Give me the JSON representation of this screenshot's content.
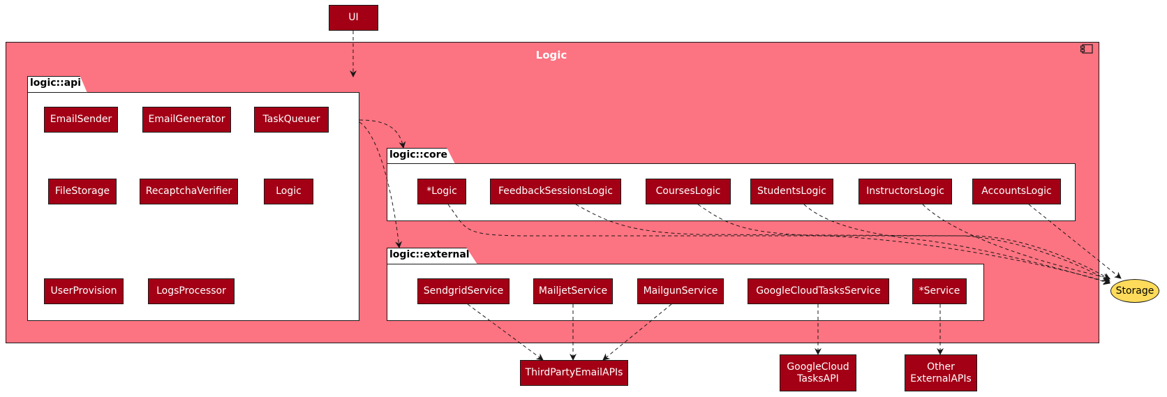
{
  "logic": {
    "title": "Logic"
  },
  "ui": {
    "label": "UI"
  },
  "packages": {
    "api": {
      "title": "logic::api",
      "components": [
        "EmailSender",
        "EmailGenerator",
        "TaskQueuer",
        "FileStorage",
        "RecaptchaVerifier",
        "Logic",
        "UserProvision",
        "LogsProcessor"
      ]
    },
    "core": {
      "title": "logic::core",
      "components": [
        "*Logic",
        "FeedbackSessionsLogic",
        "CoursesLogic",
        "StudentsLogic",
        "InstructorsLogic",
        "AccountsLogic"
      ]
    },
    "external": {
      "title": "logic::external",
      "components": [
        "SendgridService",
        "MailjetService",
        "MailgunService",
        "GoogleCloudTasksService",
        "*Service"
      ]
    }
  },
  "outside": {
    "third_party": "ThirdPartyEmailAPIs",
    "gcloud": "GoogleCloud\nTasksAPI",
    "other": "Other\nExternalAPIs",
    "storage": "Storage"
  },
  "colors": {
    "logic_bg": "#fc7381",
    "component": "#a30015",
    "storage": "#fedb5a"
  }
}
